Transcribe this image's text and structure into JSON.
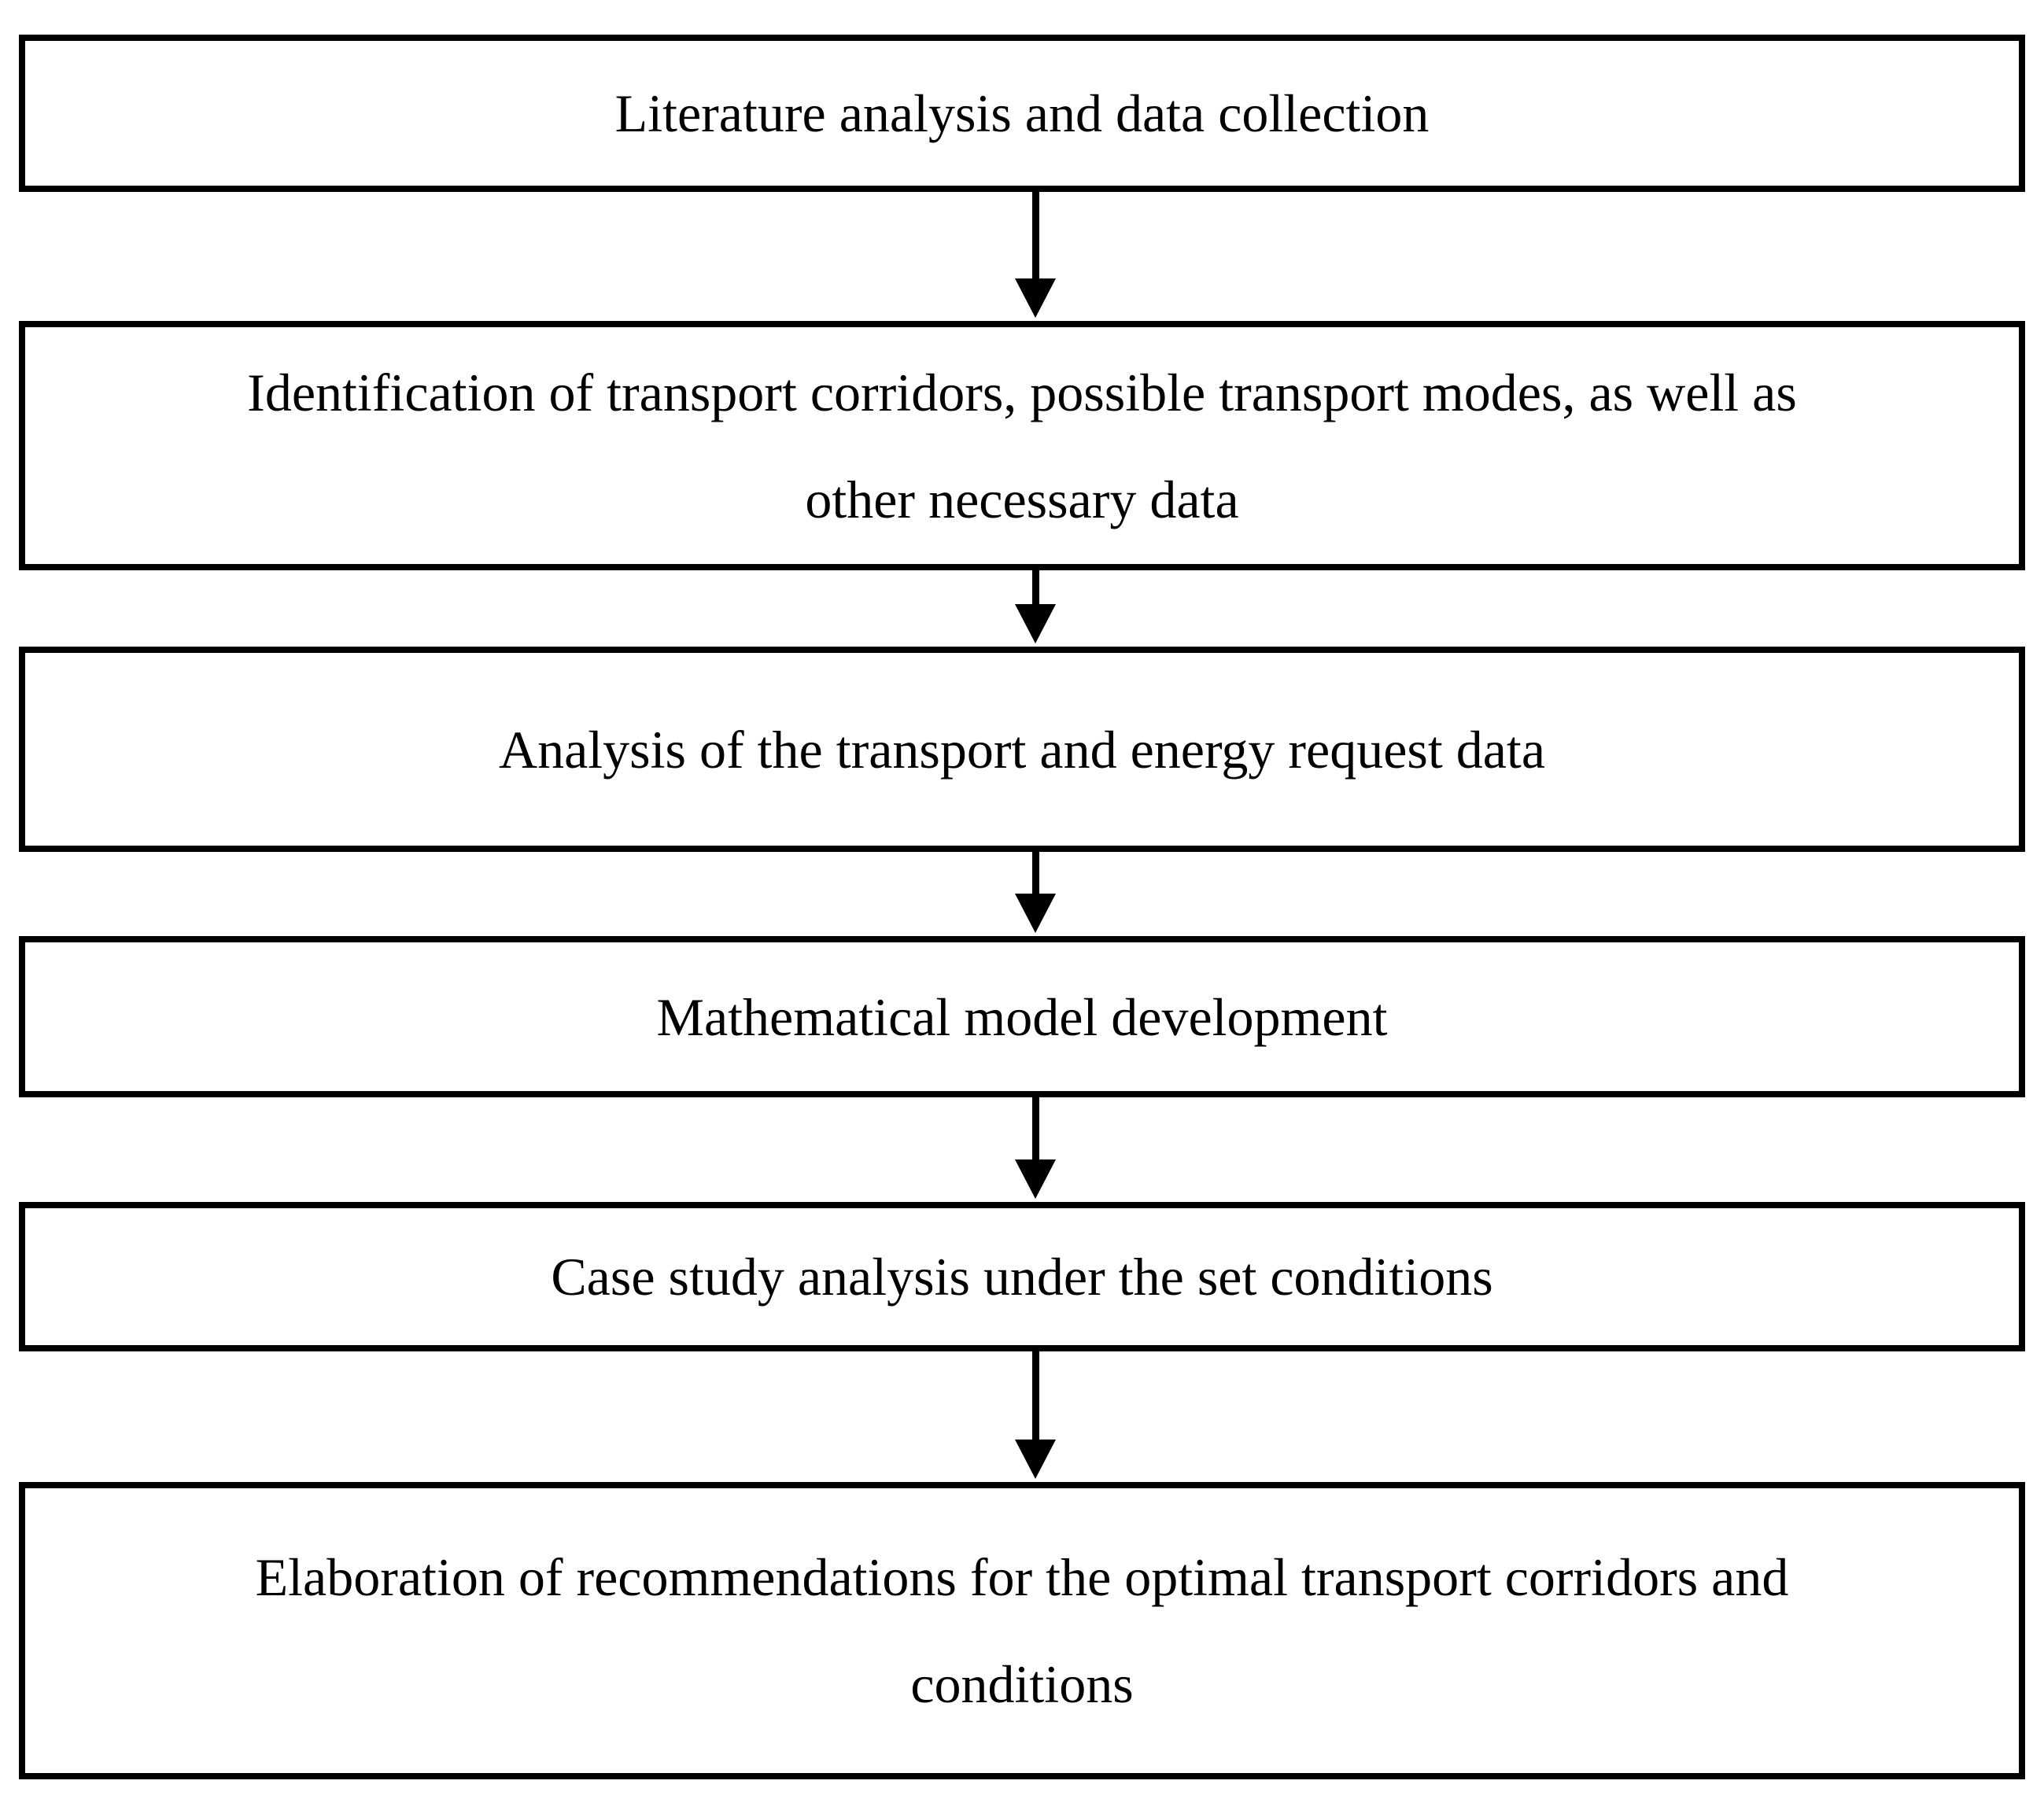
{
  "figure": {
    "type": "flowchart",
    "direction": "top-to-bottom",
    "colors": {
      "background": "#ffffff",
      "box_border": "#000000",
      "text": "#000000",
      "arrow": "#000000"
    },
    "connector": "down-arrow",
    "steps": [
      {
        "id": 1,
        "label": "Literature analysis and data collection",
        "lines": [
          "Literature analysis and data collection"
        ]
      },
      {
        "id": 2,
        "label": "Identification of transport corridors, possible transport modes, as well as other necessary data",
        "lines": [
          "Identification of transport corridors, possible transport modes, as well as",
          "other necessary data"
        ]
      },
      {
        "id": 3,
        "label": "Analysis of the transport and energy request data",
        "lines": [
          "Analysis of the transport and energy request data"
        ]
      },
      {
        "id": 4,
        "label": "Mathematical model development",
        "lines": [
          "Mathematical model development"
        ]
      },
      {
        "id": 5,
        "label": "Case study analysis under the set conditions",
        "lines": [
          "Case study analysis under the set conditions"
        ]
      },
      {
        "id": 6,
        "label": "Elaboration of recommendations for the optimal transport corridors and conditions",
        "lines": [
          "Elaboration of recommendations for the optimal transport corridors and",
          "conditions"
        ]
      }
    ]
  }
}
